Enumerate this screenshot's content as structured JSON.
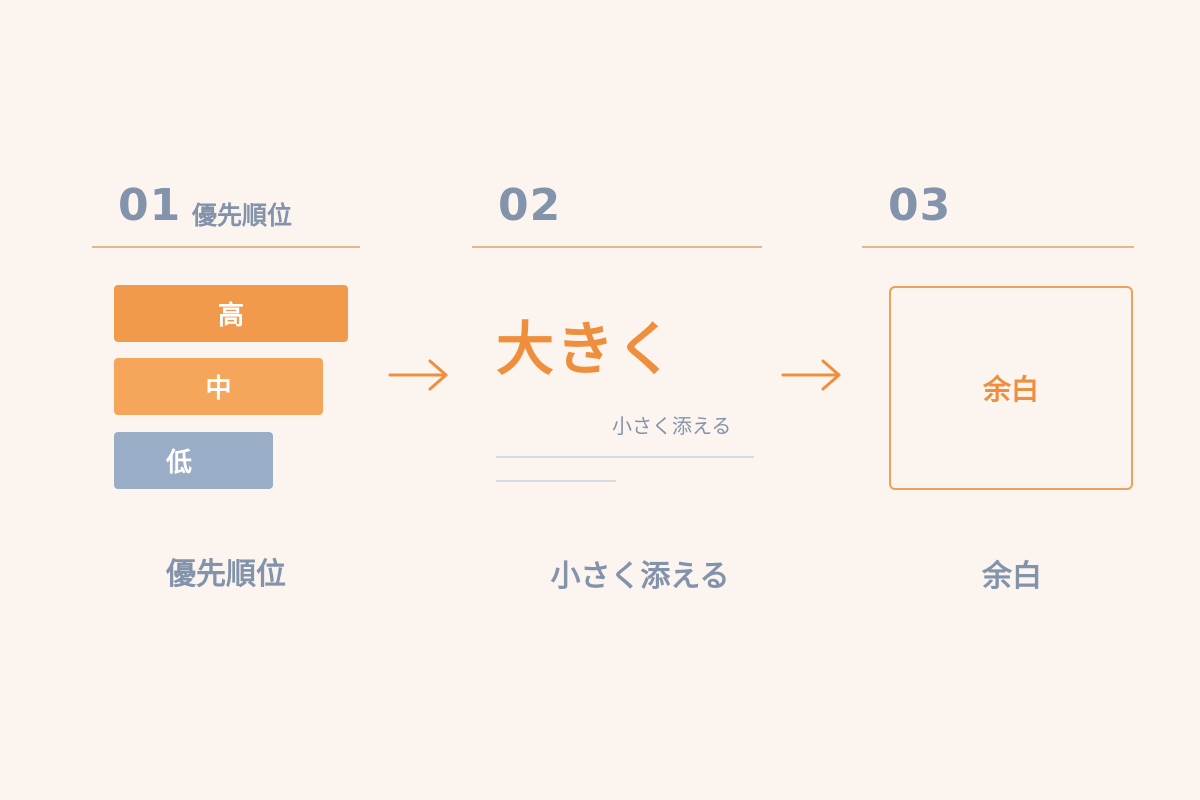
{
  "steps": [
    {
      "number": "01",
      "title": "優先順位",
      "bars": [
        {
          "label": "高",
          "level": "high"
        },
        {
          "label": "中",
          "level": "mid"
        },
        {
          "label": "低",
          "level": "low"
        }
      ],
      "caption": "優先順位"
    },
    {
      "number": "02",
      "big_text": "大きく",
      "small_text": "小さく添える",
      "caption": "小さく添える"
    },
    {
      "number": "03",
      "box_label": "余白",
      "caption": "余白"
    }
  ],
  "arrows": [
    "arrow-right-icon",
    "arrow-right-icon"
  ],
  "colors": {
    "background": "#fcf5ef",
    "accent_orange": "#f19a4c",
    "muted_blue": "#8393ab",
    "low_bar": "#9aadc7",
    "rule": "#e3b787"
  }
}
